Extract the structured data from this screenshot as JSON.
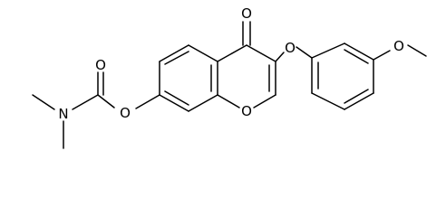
{
  "diagram": {
    "type": "chemical-structure",
    "bond_color": "#000000",
    "background": "#ffffff",
    "atom_labels": {
      "ketone_oxygen": "O",
      "ring_oxygen": "O",
      "ether_oxygen": "O",
      "methoxy_oxygen": "O",
      "ester_oxygen": "O",
      "carbonyl_oxygen": "O",
      "nitrogen": "N"
    }
  }
}
